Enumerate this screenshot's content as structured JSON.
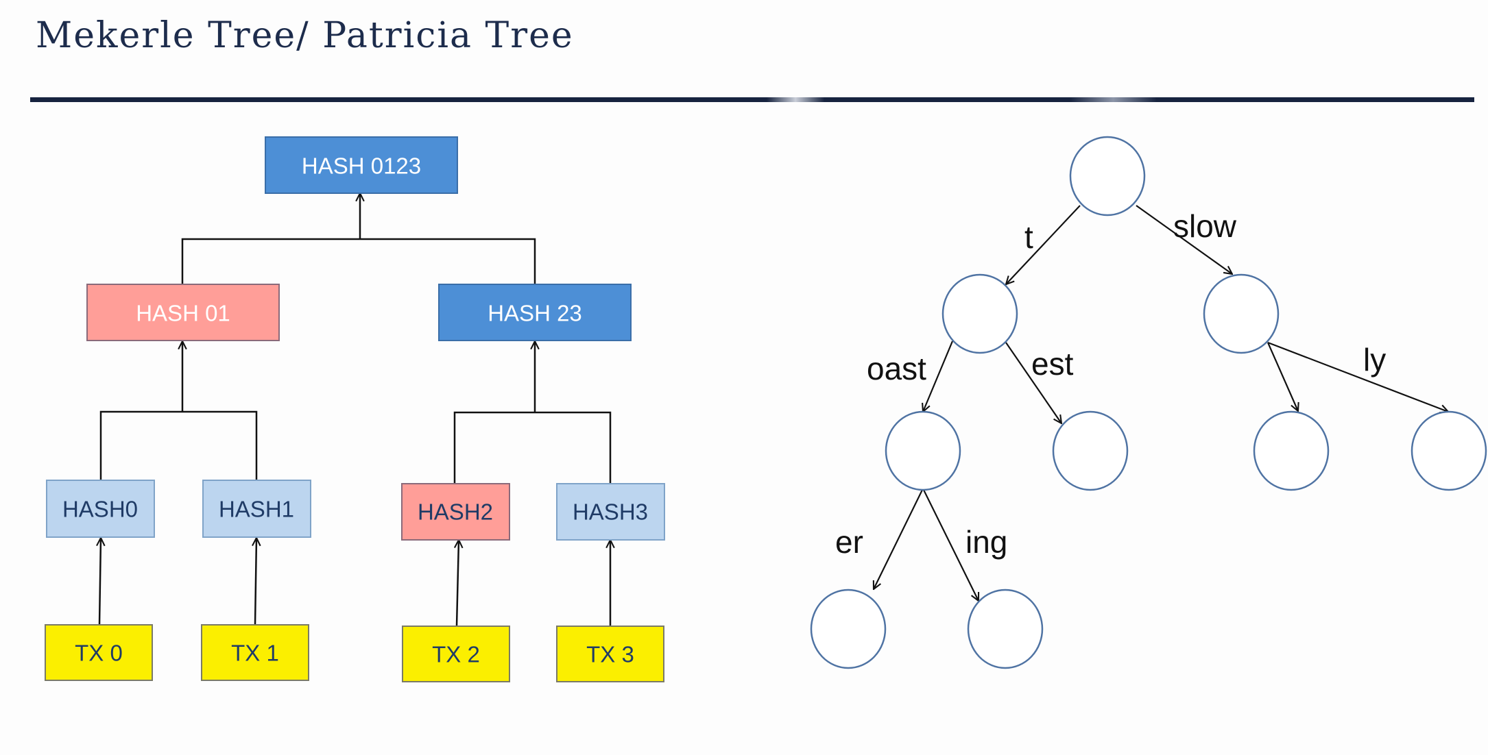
{
  "slide": {
    "title": "Mekerle Tree/ Patricia Tree"
  },
  "merkle_tree": {
    "root": "HASH 0123",
    "level1": [
      "HASH 01",
      "HASH 23"
    ],
    "leaf_hashes": [
      "HASH0",
      "HASH1",
      "HASH2",
      "HASH3"
    ],
    "transactions": [
      "TX 0",
      "TX 1",
      "TX 2",
      "TX 3"
    ]
  },
  "patricia_tree": {
    "edge_labels": {
      "t": "t",
      "slow": "slow",
      "oast": "oast",
      "est": "est",
      "ly": "ly",
      "er": "er",
      "ing": "ing"
    }
  },
  "colors": {
    "dark_blue_box": "#4d8fd6",
    "light_blue_box": "#bcd5ef",
    "pink_box": "#ff9e98",
    "yellow_box": "#fbef00",
    "circle_stroke": "#4f73a3",
    "title_rule": "#17233f"
  }
}
